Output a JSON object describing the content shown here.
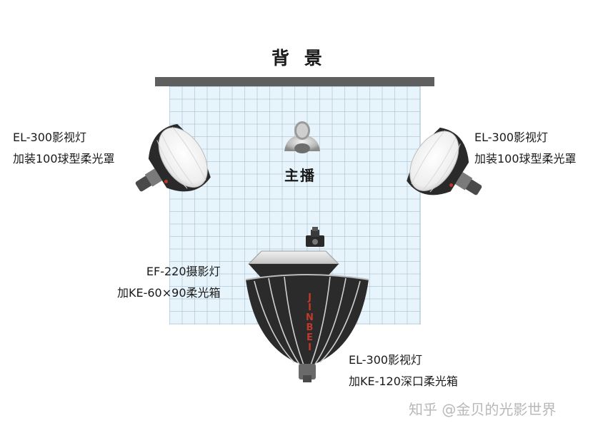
{
  "diagram": {
    "title": "背 景",
    "host_label": "主播",
    "lights": {
      "left": {
        "line1": "EL-300影视灯",
        "line2": "加装100球型柔光罩"
      },
      "right": {
        "line1": "EL-300影视灯",
        "line2": "加装100球型柔光罩"
      },
      "ef": {
        "line1": "EF-220摄影灯",
        "line2": "加KE-60×90柔光箱"
      },
      "bottom": {
        "line1": "EL-300影视灯",
        "line2": "加KE-120深口柔光箱"
      }
    },
    "brand_text": "JINBEI",
    "watermark": "知乎 @金贝的光影世界"
  },
  "colors": {
    "backdrop_bar": "#5f5f5f",
    "grid_bg": "#e8f4fb",
    "softbox_dark": "#2b2b2b",
    "brand_red": "#c0392b",
    "watermark": "#b8b8b8"
  },
  "icons": [
    "person-icon",
    "camera-icon",
    "sphere-softbox-icon",
    "parabolic-softbox-icon",
    "flat-softbox-icon"
  ]
}
